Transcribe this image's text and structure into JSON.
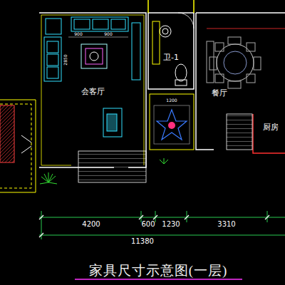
{
  "diagram": {
    "title": "家具尺寸示意图(一层)",
    "labels": [
      "会客厅",
      "卫-1",
      "餐厅",
      "厨房",
      "900",
      "900",
      "2850",
      "1200",
      "4200",
      "600",
      "1230",
      "3310",
      "11380"
    ]
  }
}
